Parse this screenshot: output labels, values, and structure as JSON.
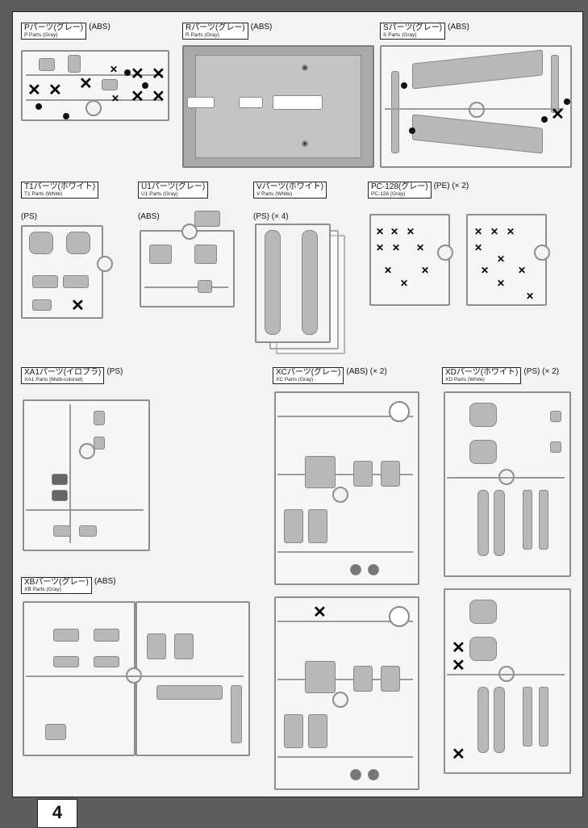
{
  "page_number": "4",
  "groups": [
    {
      "id": "P",
      "jp": "Pパーツ(グレー)",
      "en": "P Parts (Gray)",
      "extra": "(ABS)",
      "material": ""
    },
    {
      "id": "R",
      "jp": "Rパーツ(グレー)",
      "en": "R Parts (Gray)",
      "extra": "(ABS)",
      "material": ""
    },
    {
      "id": "S",
      "jp": "Sパーツ(グレー)",
      "en": "S Parts (Gray)",
      "extra": "(ABS)",
      "material": ""
    },
    {
      "id": "T1",
      "jp": "T1パーツ(ホワイト)",
      "en": "T1 Parts (White)",
      "extra": "",
      "material": "(PS)"
    },
    {
      "id": "U1",
      "jp": "U1パーツ(グレー)",
      "en": "U1 Parts (Gray)",
      "extra": "",
      "material": "(ABS)"
    },
    {
      "id": "V",
      "jp": "Vパーツ(ホワイト)",
      "en": "V Parts (White)",
      "extra": "",
      "material": "(PS) (× 4)"
    },
    {
      "id": "PC",
      "jp": "PC-128(グレー)",
      "en": "PC-128 (Gray)",
      "extra": "(PE) (× 2)",
      "material": ""
    },
    {
      "id": "XA1",
      "jp": "XA1パーツ(イロプラ)",
      "en": "XA1 Parts (Multi-colored)",
      "extra": "(PS)",
      "material": ""
    },
    {
      "id": "XC",
      "jp": "XCパーツ(グレー)",
      "en": "XC Parts (Gray)",
      "extra": "(ABS) (× 2)",
      "material": ""
    },
    {
      "id": "XD",
      "jp": "XDパーツ(ホワイト)",
      "en": "XD Parts (White)",
      "extra": "(PS) (× 2)",
      "material": ""
    },
    {
      "id": "XB",
      "jp": "XBパーツ(グレー)",
      "en": "XB Parts (Gray)",
      "extra": "(ABS)",
      "material": ""
    }
  ]
}
